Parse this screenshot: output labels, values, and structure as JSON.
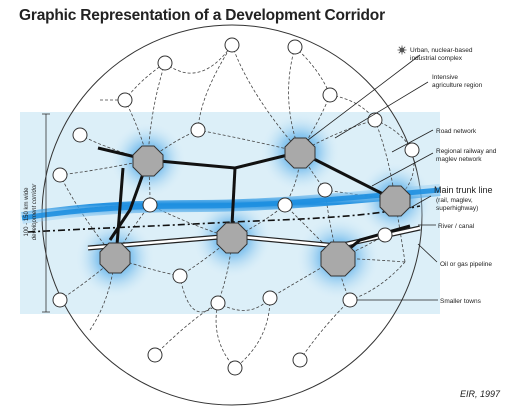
{
  "title": "Graphic Representation of a Development Corridor",
  "corridor_label": [
    "100 - 150 km wide",
    "development corridor"
  ],
  "labels": {
    "urban_complex": [
      "Urban, nuclear-based",
      "industrial complex"
    ],
    "agriculture": [
      "Intensive",
      "agriculture region"
    ],
    "road_network": [
      "Road network"
    ],
    "railway": [
      "Regional railway and",
      "maglev network"
    ],
    "trunk_line_title": [
      "Main trunk line"
    ],
    "trunk_line_detail": [
      "(rail, maglev,",
      "superhighway)"
    ],
    "river": [
      "River / canal"
    ],
    "pipeline": [
      "Oil or gas pipeline"
    ],
    "towns": [
      "Smaller towns"
    ]
  },
  "credit": "EIR, 1997",
  "colors": {
    "band": "#dceff8",
    "glow": "#3aa0e6",
    "river": "#1e8fe0",
    "hub": "#a8a8a8",
    "ink": "#111111"
  },
  "icons": {
    "urban": "star-burst-icon"
  }
}
